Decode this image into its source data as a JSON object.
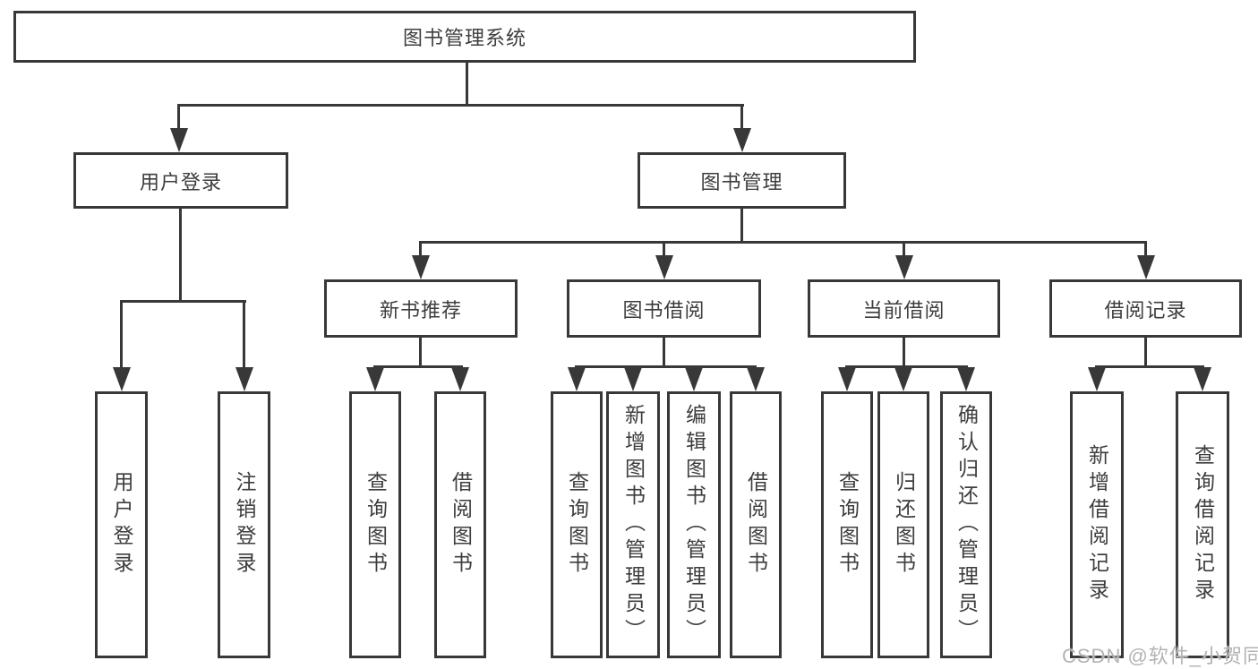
{
  "diagram": {
    "title": "图书管理系统",
    "type": "hierarchy-tree",
    "colors": {
      "line": "#383838",
      "box_border": "#383838",
      "text": "#3d3d3d",
      "background": "#ffffff",
      "watermark": "#b3b3b3"
    },
    "watermark": "CSDN @软件_小贺同学",
    "nodes": {
      "root": "图书管理系统",
      "user_login": "用户登录",
      "book_mgmt": "图书管理",
      "new_book_rec": "新书推荐",
      "book_borrow": "图书借阅",
      "current_borrow": "当前借阅",
      "borrow_record": "借阅记录",
      "leaf_user_login": "用户登录",
      "leaf_logout": "注销登录",
      "leaf_nbr_query": "查询图书",
      "leaf_nbr_borrow": "借阅图书",
      "leaf_bb_query": "查询图书",
      "leaf_bb_add": "新增图书（管理员）",
      "leaf_bb_edit": "编辑图书（管理员）",
      "leaf_bb_borrow": "借阅图书",
      "leaf_cb_query": "查询图书",
      "leaf_cb_return": "归还图书",
      "leaf_cb_confirm": "确认归还（管理员）",
      "leaf_br_add": "新增借阅记录",
      "leaf_br_query": "查询借阅记录"
    },
    "hierarchy": {
      "图书管理系统": {
        "用户登录": [
          "用户登录",
          "注销登录"
        ],
        "图书管理": {
          "新书推荐": [
            "查询图书",
            "借阅图书"
          ],
          "图书借阅": [
            "查询图书",
            "新增图书（管理员）",
            "编辑图书（管理员）",
            "借阅图书"
          ],
          "当前借阅": [
            "查询图书",
            "归还图书",
            "确认归还（管理员）"
          ],
          "借阅记录": [
            "新增借阅记录",
            "查询借阅记录"
          ]
        }
      }
    }
  }
}
